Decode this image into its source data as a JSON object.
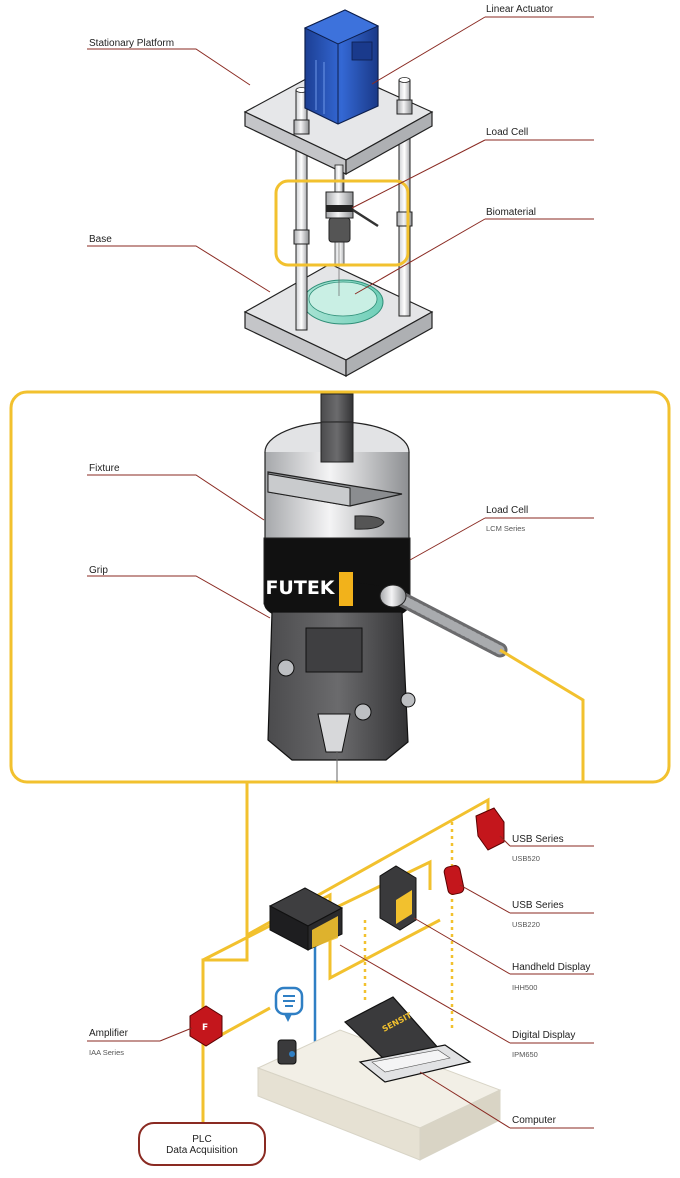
{
  "labels": {
    "linear_actuator": "Linear Actuator",
    "stationary_platform": "Stationary Platform",
    "load_cell_top": "Load Cell",
    "biomaterial": "Biomaterial",
    "base": "Base",
    "fixture": "Fixture",
    "load_cell_mid": "Load Cell",
    "load_cell_mid_sub": "LCM Series",
    "grip": "Grip",
    "usb520_title": "USB Series",
    "usb520_sub": "USB520",
    "usb220_title": "USB Series",
    "usb220_sub": "USB220",
    "handheld_title": "Handheld Display",
    "handheld_sub": "IHH500",
    "amplifier_title": "Amplifier",
    "amplifier_sub": "IAA Series",
    "digital_title": "Digital Display",
    "digital_sub": "IPM650",
    "computer": "Computer",
    "plc_line1": "PLC",
    "plc_line2": "Data Acquisition"
  },
  "brands": {
    "load_cell_logo": "FUTEK",
    "laptop_logo": "SENSIT"
  },
  "colors": {
    "callout": "#8a2a22",
    "cable": "#f2c12e",
    "blue_cable": "#2f7fc4",
    "actuator": "#2456b8",
    "device_red": "#c4161c",
    "metal": "#d9dadc"
  }
}
